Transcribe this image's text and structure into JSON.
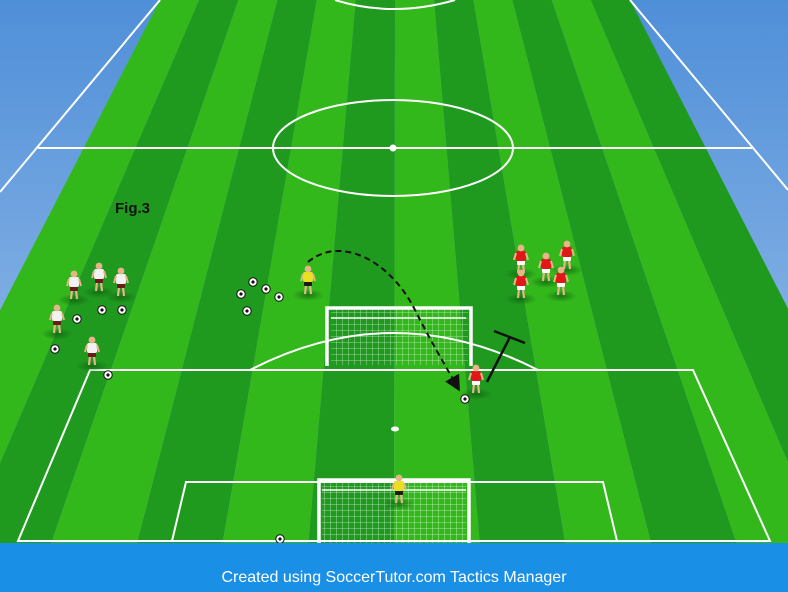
{
  "figure": {
    "label": "Fig.3"
  },
  "footer": {
    "credit": "Created using SoccerTutor.com Tactics Manager"
  },
  "colors": {
    "stripe_dark": "#1f9a1f",
    "stripe_light": "#33b81c",
    "sky": "#6fa3de",
    "footer": "#1a8fe6",
    "line": "#ffffff",
    "white_team_shirt": "#f2f2f2",
    "white_team_shorts": "#6b1a1a",
    "red_team_shirt": "#e01818",
    "goalkeeper_shirt": "#e8e020",
    "goalkeeper_shorts": "#1a1a1a"
  },
  "icons": {
    "ball": "soccer-ball-icon",
    "player": "player-figure-icon",
    "goal": "goal-net-icon"
  },
  "pass_arrow": {
    "style": "dashed-curve"
  },
  "run_arrow": {
    "style": "solid-t-marker"
  }
}
